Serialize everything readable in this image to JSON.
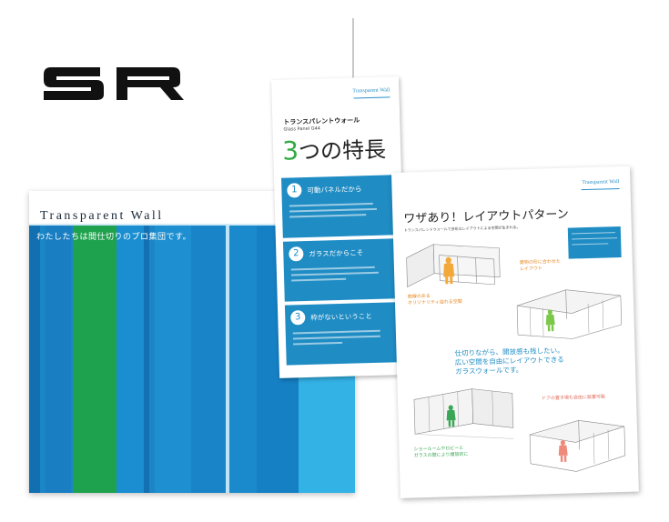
{
  "logo": {
    "text": "SR"
  },
  "cover": {
    "title": "Transparent Wall",
    "copy": "わたしたちは間仕切りのプロ集団です。"
  },
  "page_features": {
    "brand": "Transparent Wall",
    "kicker": "トランスパレントウォール",
    "kicker_en": "Glass Panel G44",
    "headline_num": "3",
    "headline_text": "つの特長",
    "features": [
      {
        "num": "1",
        "title": "可動パネルだから"
      },
      {
        "num": "2",
        "title": "ガラスだからこそ"
      },
      {
        "num": "3",
        "title": "枠がないということ"
      }
    ]
  },
  "page_layout": {
    "brand": "Transparent Wall",
    "headline": "ワザあり！レイアウトパターン",
    "lead": "トランスパレントウォールで多彩なレイアウトによる空間が生まれる。",
    "captions": {
      "building_shape": [
        "建物の形に合わせた",
        "レイアウト"
      ],
      "flow": [
        "曲線のある",
        "オリジナリティ溢れる空間"
      ],
      "showroom": [
        "ショールームやロビーと",
        "ガラスの壁により開放的に"
      ],
      "door": [
        "ドアの置き場も自由に設置可能"
      ]
    },
    "center_copy": [
      "仕切りながら、開放感も残したい。",
      "広い空間を自由にレイアウトできる",
      "ガラスウォールです。"
    ]
  }
}
